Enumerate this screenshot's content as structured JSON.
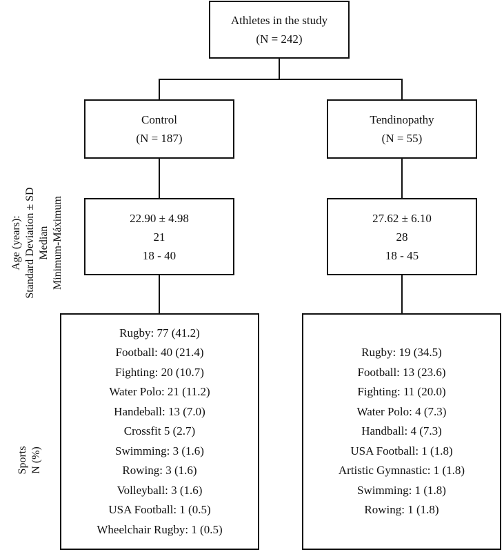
{
  "root": {
    "title": "Athletes in the study",
    "n": "(N = 242)"
  },
  "groups": {
    "control": {
      "title": "Control",
      "n": "(N = 187)"
    },
    "tendinopathy": {
      "title": "Tendinopathy",
      "n": "(N = 55)"
    }
  },
  "age_label": [
    "Age (years):",
    "Standard Deviation ± SD",
    "Median",
    "Minimum-Máximum"
  ],
  "age": {
    "control": {
      "mean_sd": "22.90 ± 4.98",
      "median": "21",
      "range": "18 - 40"
    },
    "tendinopathy": {
      "mean_sd": "27.62 ± 6.10",
      "median": "28",
      "range": "18 - 45"
    }
  },
  "sports_label": [
    "Sports",
    "N (%)"
  ],
  "sports": {
    "control": [
      "Rugby: 77 (41.2)",
      "Football: 40 (21.4)",
      "Fighting: 20 (10.7)",
      "Water Polo: 21 (11.2)",
      "Handeball: 13 (7.0)",
      "Crossfit 5 (2.7)",
      "Swimming: 3 (1.6)",
      "Rowing: 3 (1.6)",
      "Volleyball: 3 (1.6)",
      "USA Football: 1 (0.5)",
      "Wheelchair Rugby: 1 (0.5)"
    ],
    "tendinopathy": [
      "Rugby: 19 (34.5)",
      "Football: 13 (23.6)",
      "Fighting: 11 (20.0)",
      "Water Polo: 4 (7.3)",
      "Handball: 4 (7.3)",
      "USA Football: 1 (1.8)",
      "Artistic Gymnastic: 1 (1.8)",
      "Swimming: 1 (1.8)",
      "Rowing: 1 (1.8)"
    ]
  }
}
